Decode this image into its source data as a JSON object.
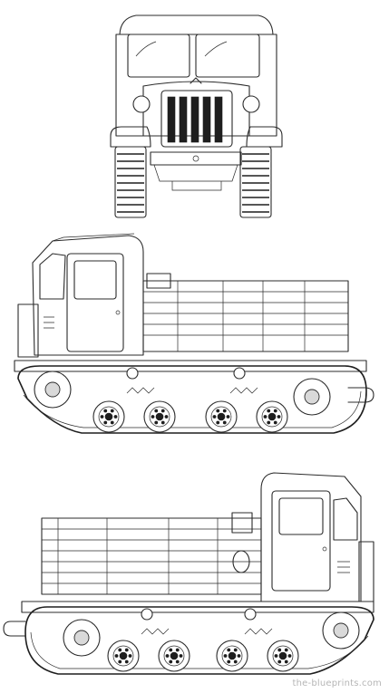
{
  "watermark": "the-blueprints.com",
  "views": [
    {
      "id": "front",
      "wheels": 0
    },
    {
      "id": "side-left",
      "wheels": 4
    },
    {
      "id": "side-right",
      "wheels": 4
    }
  ],
  "colors": {
    "ink": "#2b2b2b",
    "paper": "#ffffff",
    "watermark": "#b6b6b6"
  }
}
